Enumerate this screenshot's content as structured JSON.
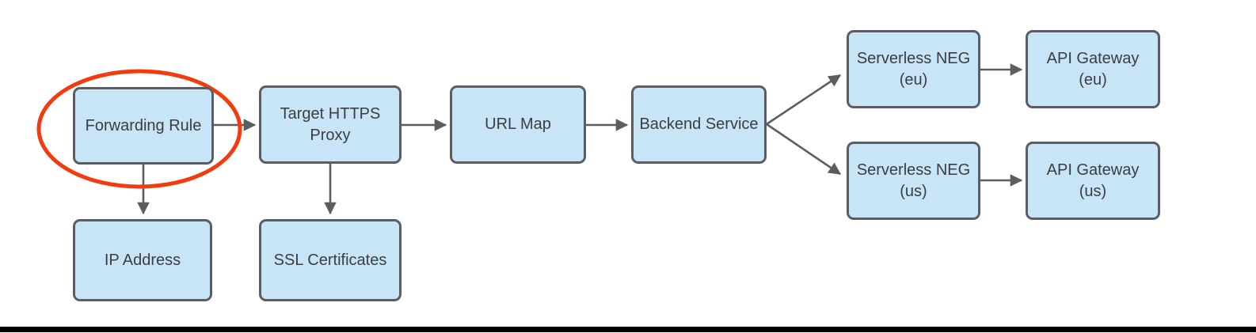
{
  "diagram": {
    "nodes": {
      "forwarding_rule": "Forwarding Rule",
      "ip_address": "IP Address",
      "target_https_proxy": "Target HTTPS\nProxy",
      "ssl_certificates": "SSL Certificates",
      "url_map": "URL Map",
      "backend_service": "Backend Service",
      "serverless_neg_eu": "Serverless NEG\n(eu)",
      "api_gateway_eu": "API Gateway\n(eu)",
      "serverless_neg_us": "Serverless NEG\n(us)",
      "api_gateway_us": "API Gateway\n(us)"
    },
    "annotation": {
      "shape": "ellipse-highlight",
      "highlighted_node": "Forwarding Rule"
    },
    "colors": {
      "node_fill": "#C8E5F7",
      "node_border": "#5A5D61",
      "arrow": "#5B5E61",
      "text": "#3B3D40",
      "highlight": "#F23C10",
      "frame_bar": "#000000"
    }
  }
}
